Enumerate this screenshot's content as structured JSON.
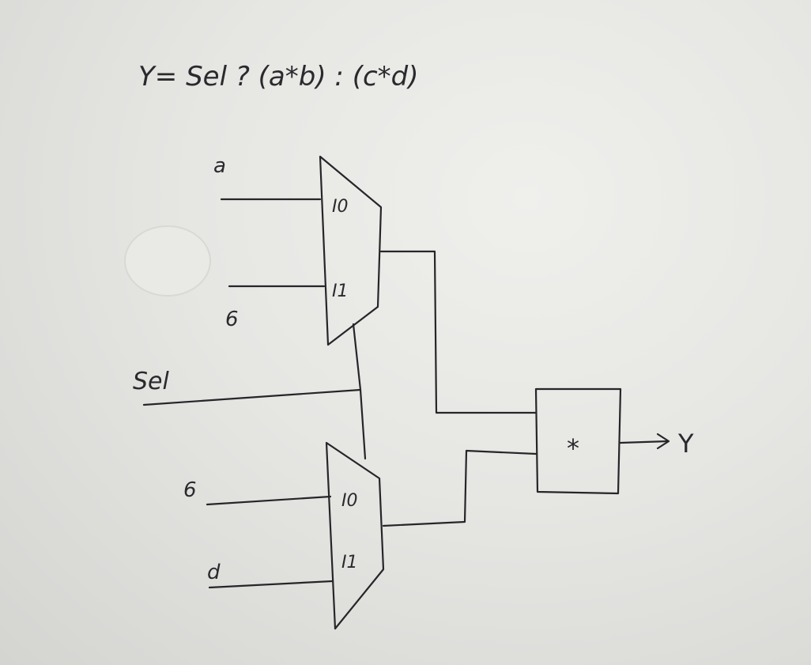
{
  "equation": "Y= Sel ? (a*b) : (c*d)",
  "inputs": {
    "a": "a",
    "b_top": "6",
    "sel": "Sel",
    "b_bottom": "6",
    "d": "d"
  },
  "mux_top": {
    "i0": "I0",
    "i1": "I1"
  },
  "mux_bottom": {
    "i0": "I0",
    "i1": "I1"
  },
  "multiplier": {
    "op": "*"
  },
  "output": "Y"
}
